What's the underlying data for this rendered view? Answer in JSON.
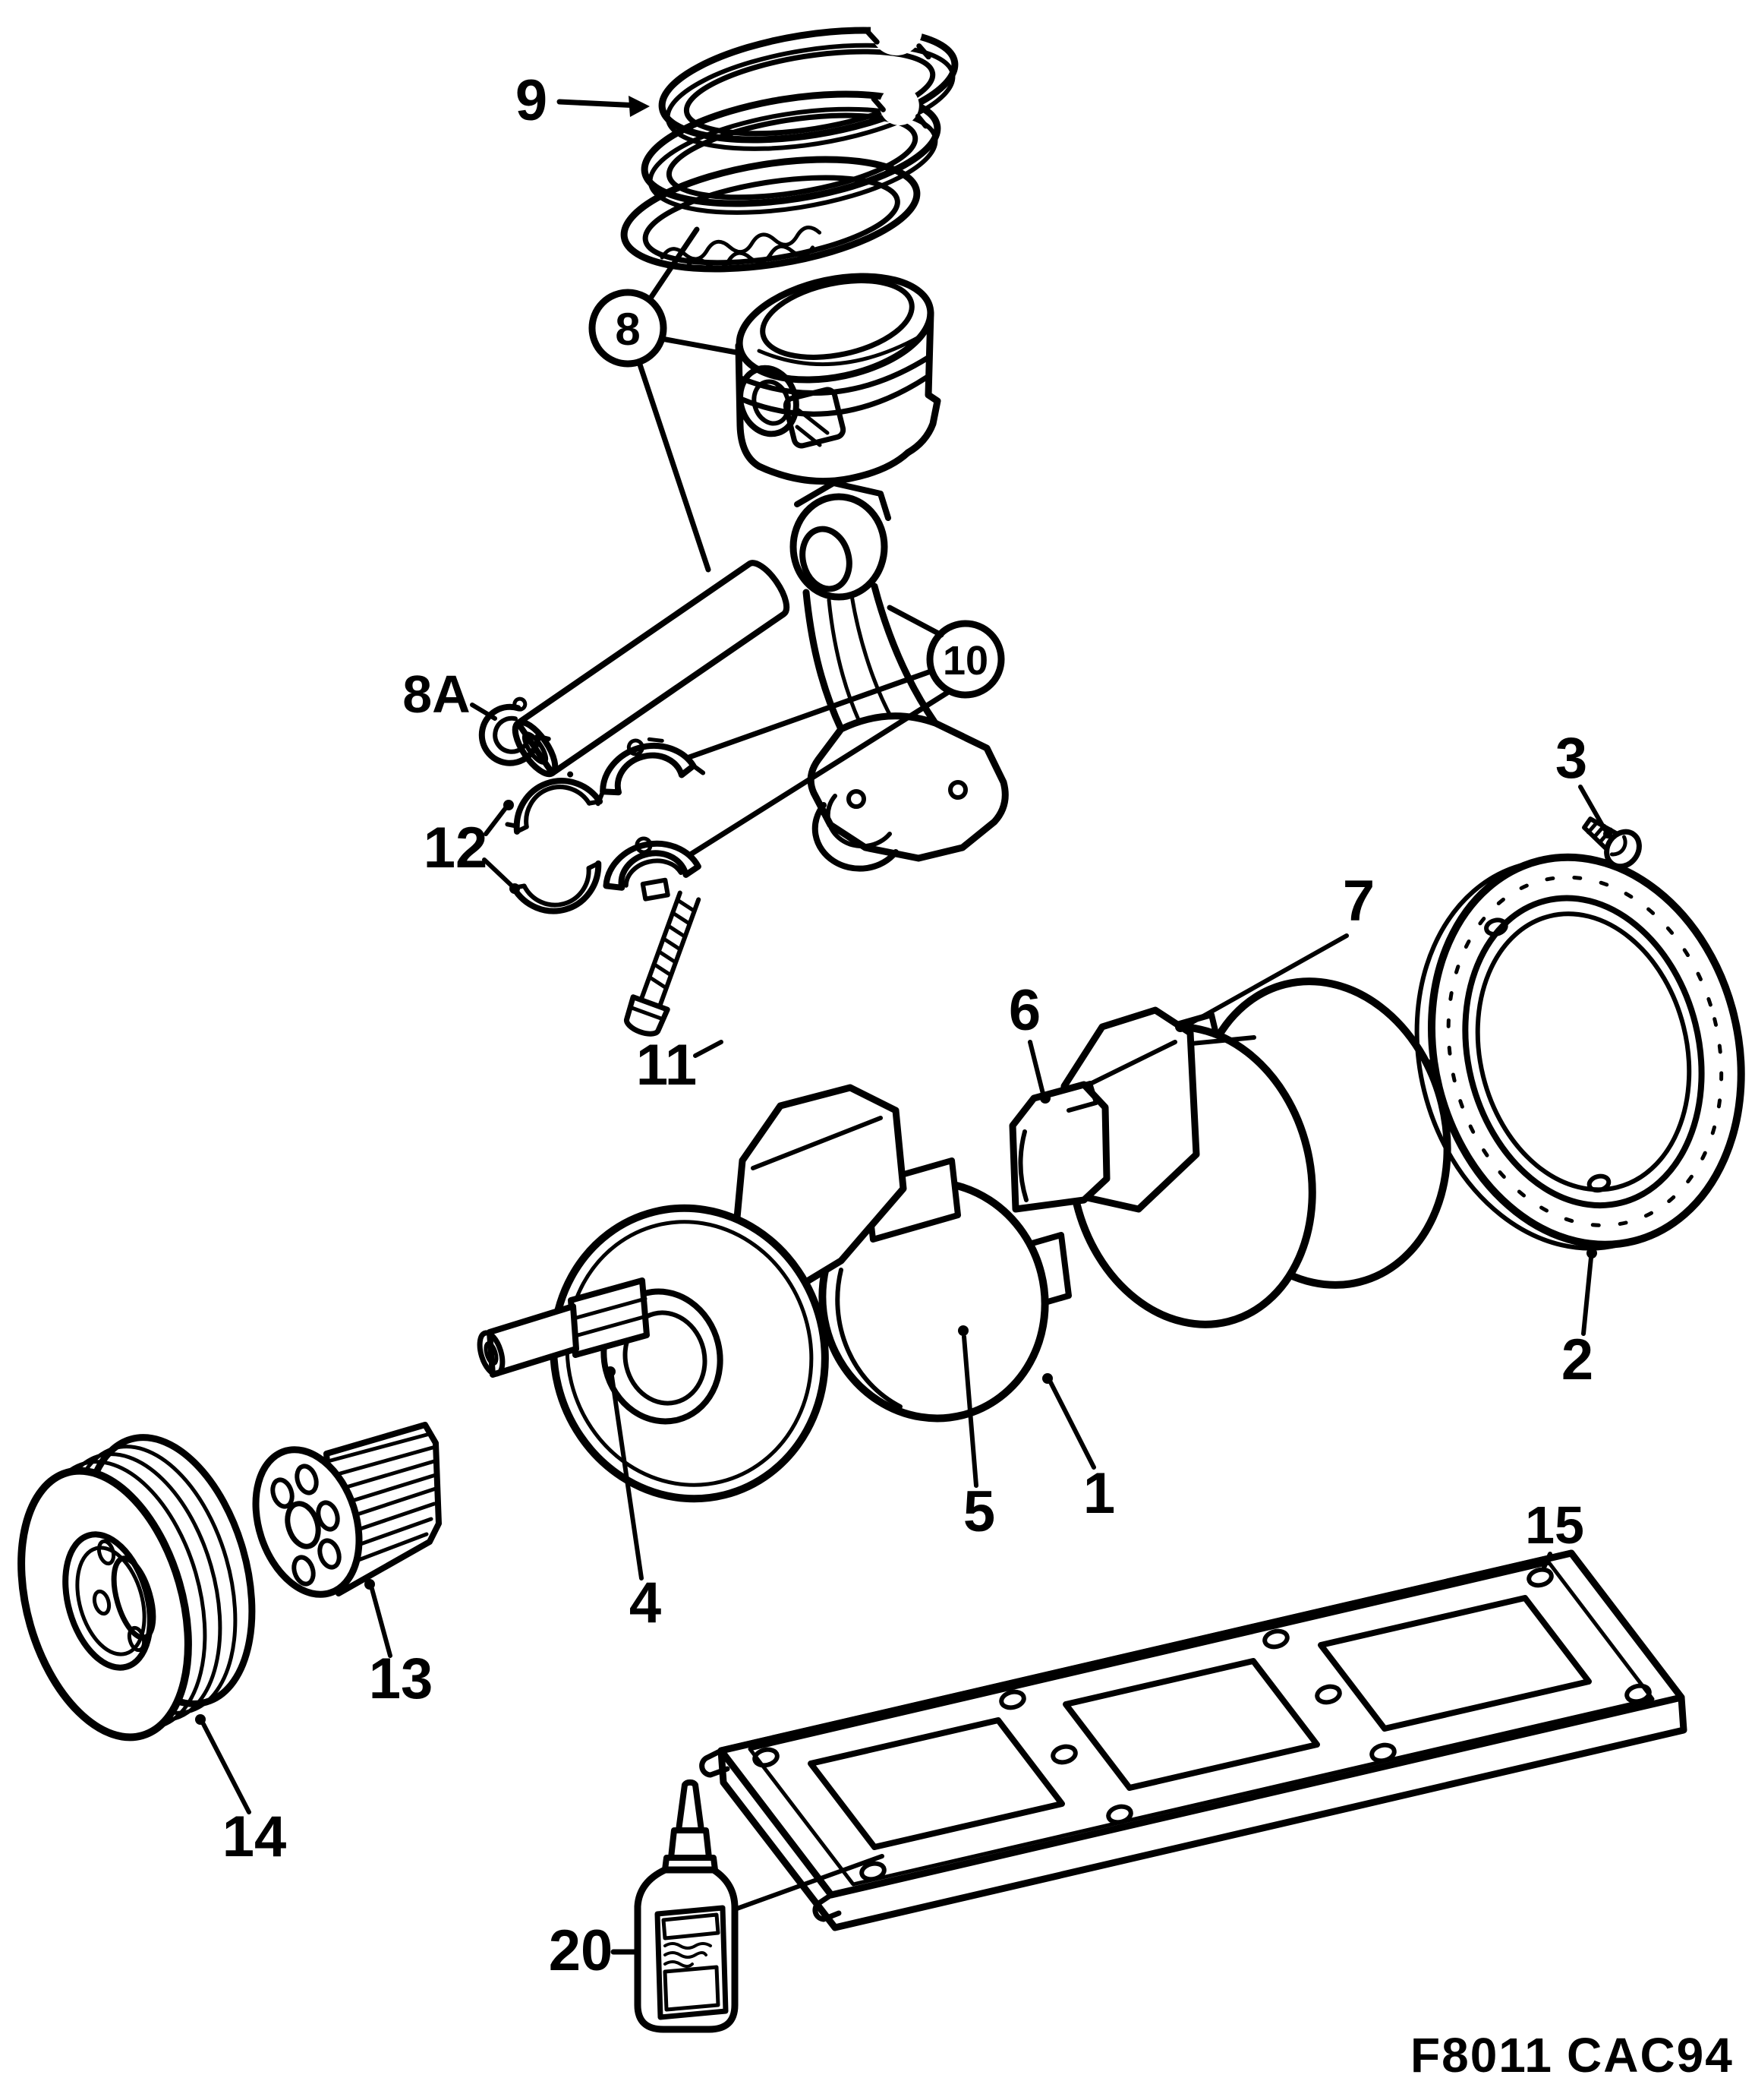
{
  "figure": {
    "kind": "exploded-parts-diagram",
    "footer": {
      "left": "F8011",
      "right": "CAC94"
    }
  },
  "callouts": {
    "c1": {
      "text": "1"
    },
    "c2": {
      "text": "2"
    },
    "c3": {
      "text": "3"
    },
    "c4": {
      "text": "4"
    },
    "c5": {
      "text": "5"
    },
    "c6": {
      "text": "6"
    },
    "c7": {
      "text": "7"
    },
    "c8": {
      "text": "8",
      "circled": true
    },
    "c8a": {
      "text": "8A"
    },
    "c9": {
      "text": "9"
    },
    "c10": {
      "text": "10",
      "circled": true
    },
    "c11": {
      "text": "11"
    },
    "c12": {
      "text": "12"
    },
    "c13": {
      "text": "13"
    },
    "c14": {
      "text": "14"
    },
    "c15": {
      "text": "15"
    },
    "c20": {
      "text": "20"
    }
  },
  "colors": {
    "ink": "#000000",
    "paper": "#ffffff"
  }
}
